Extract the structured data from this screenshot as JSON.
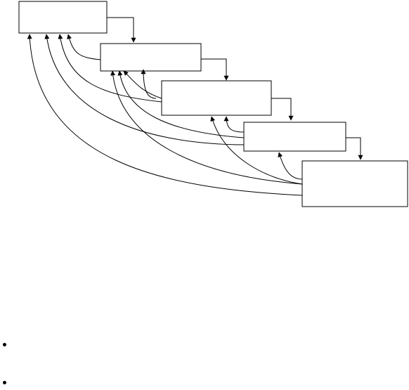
{
  "diagram": {
    "kind": "cascading-stages-with-feedback",
    "stages": [
      {
        "id": "stage-1",
        "label": ""
      },
      {
        "id": "stage-2",
        "label": ""
      },
      {
        "id": "stage-3",
        "label": ""
      },
      {
        "id": "stage-4",
        "label": ""
      },
      {
        "id": "stage-5",
        "label": ""
      }
    ],
    "forward_links": [
      {
        "from": "stage-1",
        "to": "stage-2"
      },
      {
        "from": "stage-2",
        "to": "stage-3"
      },
      {
        "from": "stage-3",
        "to": "stage-4"
      },
      {
        "from": "stage-4",
        "to": "stage-5"
      }
    ],
    "feedback_links": [
      {
        "from": "stage-2",
        "to": "stage-1"
      },
      {
        "from": "stage-3",
        "to": "stage-1"
      },
      {
        "from": "stage-4",
        "to": "stage-1"
      },
      {
        "from": "stage-5",
        "to": "stage-1"
      },
      {
        "from": "stage-3",
        "to": "stage-2"
      },
      {
        "from": "stage-4",
        "to": "stage-2"
      },
      {
        "from": "stage-5",
        "to": "stage-2"
      },
      {
        "from": "stage-4",
        "to": "stage-3"
      },
      {
        "from": "stage-5",
        "to": "stage-3"
      },
      {
        "from": "stage-5",
        "to": "stage-4"
      }
    ],
    "colors": {
      "stroke": "#000000",
      "background": "#ffffff"
    }
  },
  "bullets": [
    {
      "text": ""
    },
    {
      "text": ""
    }
  ]
}
